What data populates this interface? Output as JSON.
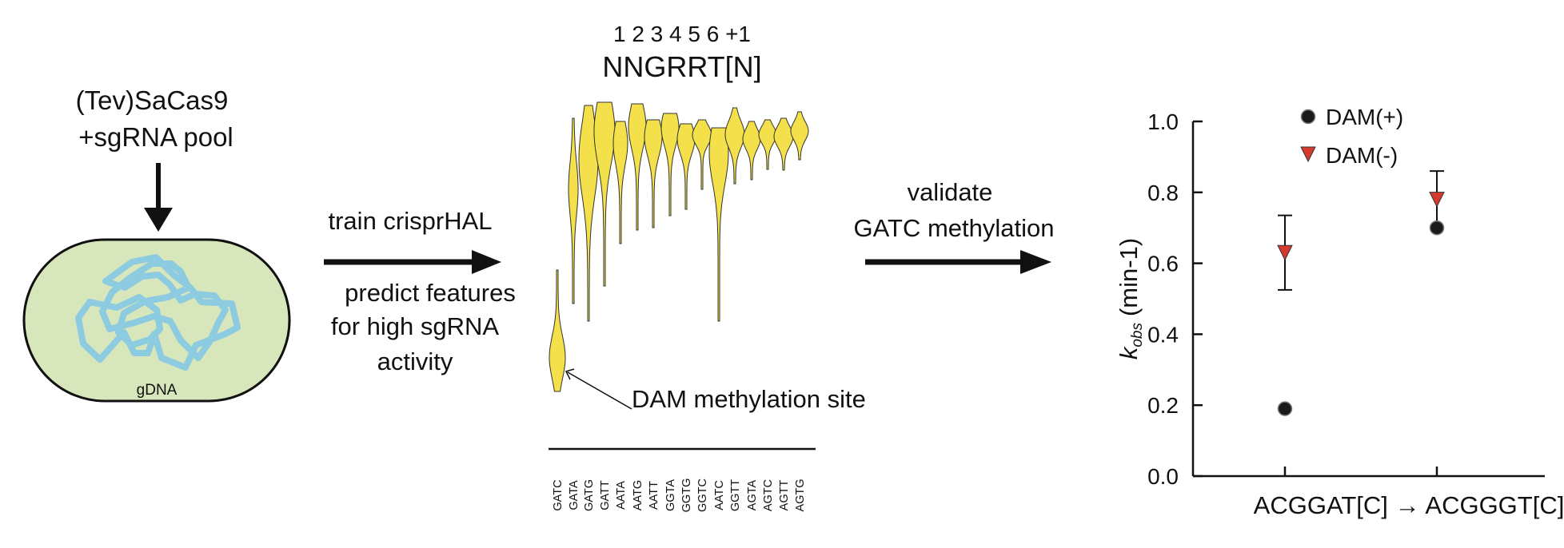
{
  "cell": {
    "title_line1": "(Tev)SaCas9",
    "title_line2": "+sgRNA pool",
    "gdna_label": "gDNA",
    "fill_color": "#d8e6bc",
    "dna_color": "#8ccbe0"
  },
  "step1": {
    "above_arrow": "train crisprHAL",
    "below_line1": "predict features",
    "below_line2": "for high sgRNA",
    "below_line3": "activity"
  },
  "violin_panel": {
    "position_numbers": "1 2 3 4 5 6 +1",
    "motif": "NNGRRT[N]",
    "annotation": "DAM methylation site",
    "violin_color": "#f3e04a",
    "sequences": [
      "GATC",
      "GATA",
      "GATG",
      "GATT",
      "AATA",
      "AATG",
      "AATT",
      "GGTA",
      "GGTG",
      "GGTC",
      "AATC",
      "GGTT",
      "AGTA",
      "AGTC",
      "AGTT",
      "AGTG"
    ]
  },
  "step2": {
    "line1": "validate",
    "line2": "GATC methylation"
  },
  "chart_data": {
    "type": "scatter",
    "xlabel": "ACGGAT[C] → ACGGGT[C]",
    "ylabel_k": "k",
    "ylabel_sub": "obs",
    "ylabel_rest": "(min-1)",
    "ylim": [
      0,
      1.0
    ],
    "yticks": [
      "0.0",
      "0.2",
      "0.4",
      "0.6",
      "0.8",
      "1.0"
    ],
    "legend_position": "top",
    "categories": [
      "ACGGAT[C]",
      "ACGGGT[C]"
    ],
    "series": [
      {
        "name": "DAM(+)",
        "marker": "circle",
        "color": "#1a1a1a",
        "values": [
          0.19,
          0.7
        ]
      },
      {
        "name": "DAM(-)",
        "marker": "triangle-down",
        "color": "#d63a2f",
        "values": [
          0.63,
          0.78
        ],
        "error": [
          0.105,
          0.08
        ]
      }
    ]
  }
}
